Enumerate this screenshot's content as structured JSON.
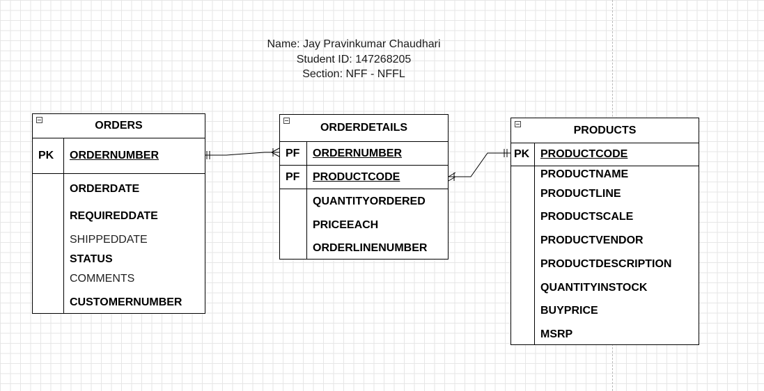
{
  "caption": {
    "name": "Name: Jay Pravinkumar Chaudhari",
    "student_id": "Student ID: 147268205",
    "section": "Section: NFF - NFFL"
  },
  "entities": {
    "orders": {
      "title": "ORDERS",
      "key": {
        "label": "PK",
        "field": "ORDERNUMBER"
      },
      "fields": [
        {
          "name": "ORDERDATE",
          "bold": true
        },
        {
          "name": "REQUIREDDATE",
          "bold": true
        },
        {
          "name": "SHIPPEDDATE",
          "bold": false
        },
        {
          "name": "STATUS",
          "bold": true
        },
        {
          "name": "COMMENTS",
          "bold": false
        },
        {
          "name": "CUSTOMERNUMBER",
          "bold": true
        }
      ]
    },
    "orderdetails": {
      "title": "ORDERDETAILS",
      "keys": [
        {
          "label": "PF",
          "field": "ORDERNUMBER"
        },
        {
          "label": "PF",
          "field": "PRODUCTCODE"
        }
      ],
      "fields": [
        {
          "name": "QUANTITYORDERED",
          "bold": true
        },
        {
          "name": "PRICEEACH",
          "bold": true
        },
        {
          "name": "ORDERLINENUMBER",
          "bold": true
        }
      ]
    },
    "products": {
      "title": "PRODUCTS",
      "key": {
        "label": "PK",
        "field": "PRODUCTCODE"
      },
      "fields": [
        {
          "name": "PRODUCTNAME",
          "bold": true
        },
        {
          "name": "PRODUCTLINE",
          "bold": true
        },
        {
          "name": "PRODUCTSCALE",
          "bold": true
        },
        {
          "name": "PRODUCTVENDOR",
          "bold": true
        },
        {
          "name": "PRODUCTDESCRIPTION",
          "bold": true
        },
        {
          "name": "QUANTITYINSTOCK",
          "bold": true
        },
        {
          "name": "BUYPRICE",
          "bold": true
        },
        {
          "name": "MSRP",
          "bold": true
        }
      ]
    }
  },
  "relationships": [
    {
      "from": "orders.ORDERNUMBER",
      "from_cardinality": "exactly-one",
      "to": "orderdetails.ORDERNUMBER",
      "to_cardinality": "one-or-many"
    },
    {
      "from": "orderdetails.PRODUCTCODE",
      "from_cardinality": "one-or-many",
      "to": "products.PRODUCTCODE",
      "to_cardinality": "exactly-one"
    }
  ]
}
